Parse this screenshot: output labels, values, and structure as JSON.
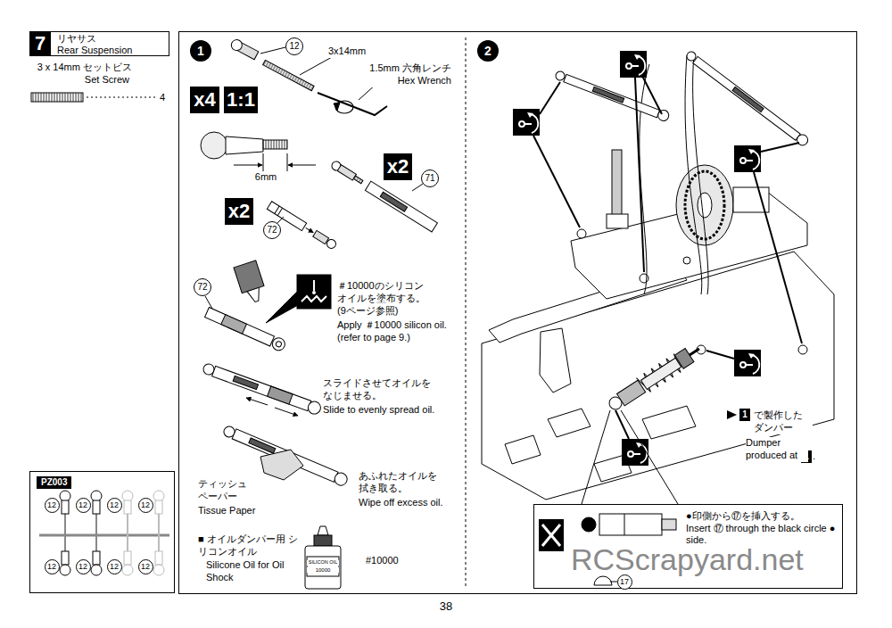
{
  "diagram": {
    "nodes": [
      {
        "text": [
          "リヤサス",
          "Rear Suspension"
        ]
      },
      {
        "text": [
          "7"
        ],
        "in": 0
      },
      {
        "text": [
          "1"
        ]
      },
      {
        "text": [
          "12"
        ]
      },
      {
        "text": [
          "x4"
        ]
      },
      {
        "text": [
          "1:1"
        ]
      },
      {
        "text": [
          "x2"
        ]
      },
      {
        "text": [
          "71"
        ]
      },
      {
        "text": [
          "x2"
        ]
      },
      {
        "text": [
          "72"
        ]
      },
      {
        "text": [
          "72"
        ]
      },
      {
        "text": [
          "PZ003"
        ]
      },
      {
        "text": [
          "12"
        ],
        "in": 11
      },
      {
        "text": [
          "12"
        ],
        "in": 11
      },
      {
        "text": [
          "12"
        ],
        "in": 11
      },
      {
        "text": [
          "12"
        ],
        "in": 11
      },
      {
        "text": [
          "12"
        ],
        "in": 11
      },
      {
        "text": [
          "12"
        ],
        "in": 11
      },
      {
        "text": [
          "12"
        ],
        "in": 11
      },
      {
        "text": [
          "12"
        ],
        "in": 11
      },
      {
        "text": [
          "2"
        ]
      },
      {
        "text": [
          "1"
        ]
      },
      {
        "text": [
          "1"
        ]
      },
      {
        "text": [
          "●印側から⑰を挿入する。",
          "Insert ⑰ through the black circle ● side."
        ]
      },
      {
        "text": [
          "17"
        ],
        "in": 23
      }
    ],
    "labels": [
      "3 x 14mm セットビス",
      "Set Screw",
      "4",
      "3x14mm",
      "1.5mm 六角レンチ",
      "Hex Wrench",
      "6mm",
      "＃10000のシリコン オイルを塗布する。 (9ページ参照)",
      "Apply ＃10000 silicon oil. (refer to page 9.)",
      "スライドさせてオイルを なじませる。",
      "Slide to evenly spread oil.",
      "ティッシュ ペーパー",
      "Tissue Paper",
      "あふれたオイルを 拭き取る。",
      "Wipe off excess oil.",
      "■ オイルダンパー用 シリコンオイル",
      "Silicone Oil for Oil Shock",
      "SILICON OIL",
      "10000",
      "#10000",
      "で製作した ダンパー",
      "Dumper produced at",
      ".",
      "38",
      "RCScrapyard.net"
    ]
  }
}
